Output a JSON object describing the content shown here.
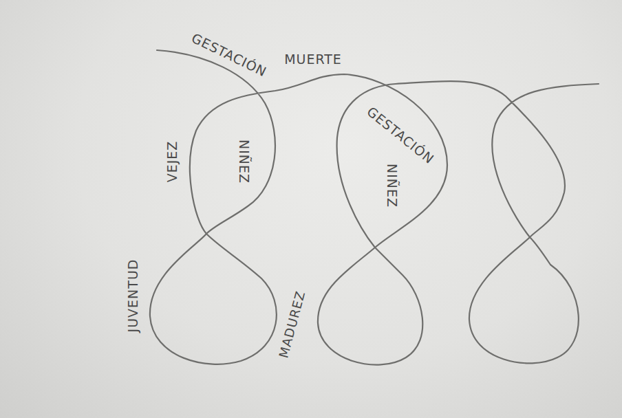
{
  "diagram": {
    "labels": [
      "GESTACIÓN",
      "MUERTE",
      "GESTACIÓN",
      "VEJEZ",
      "NIÑEZ",
      "NIÑEZ",
      "JUVENTUD",
      "MADUREZ"
    ]
  }
}
